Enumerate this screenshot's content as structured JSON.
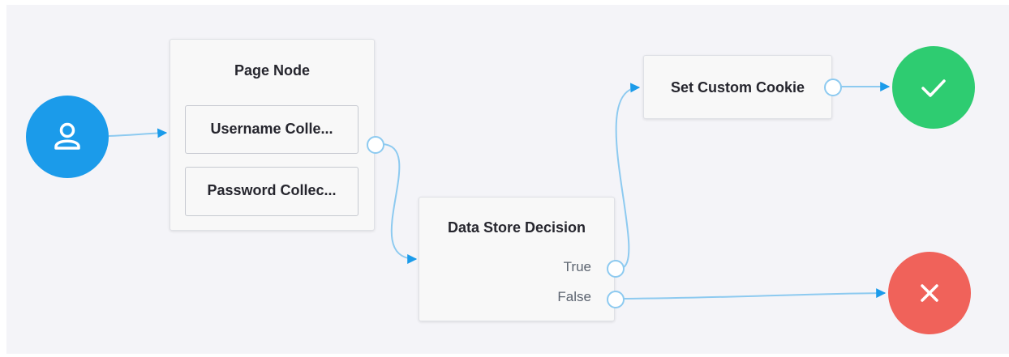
{
  "colors": {
    "canvas_background": "#f4f4f8",
    "connector": "#8dcaf0",
    "start": "#1b9bea",
    "success": "#2ecc71",
    "failure": "#f0625a"
  },
  "nodes": {
    "start": {
      "icon": "user-icon"
    },
    "page_node": {
      "title": "Page Node",
      "children": [
        "Username Colle...",
        "Password Collec..."
      ]
    },
    "data_store_decision": {
      "title": "Data Store Decision",
      "outcomes": [
        "True",
        "False"
      ]
    },
    "set_custom_cookie": {
      "title": "Set Custom Cookie"
    },
    "success": {
      "icon": "checkmark-icon"
    },
    "failure": {
      "icon": "close-x-icon"
    }
  }
}
